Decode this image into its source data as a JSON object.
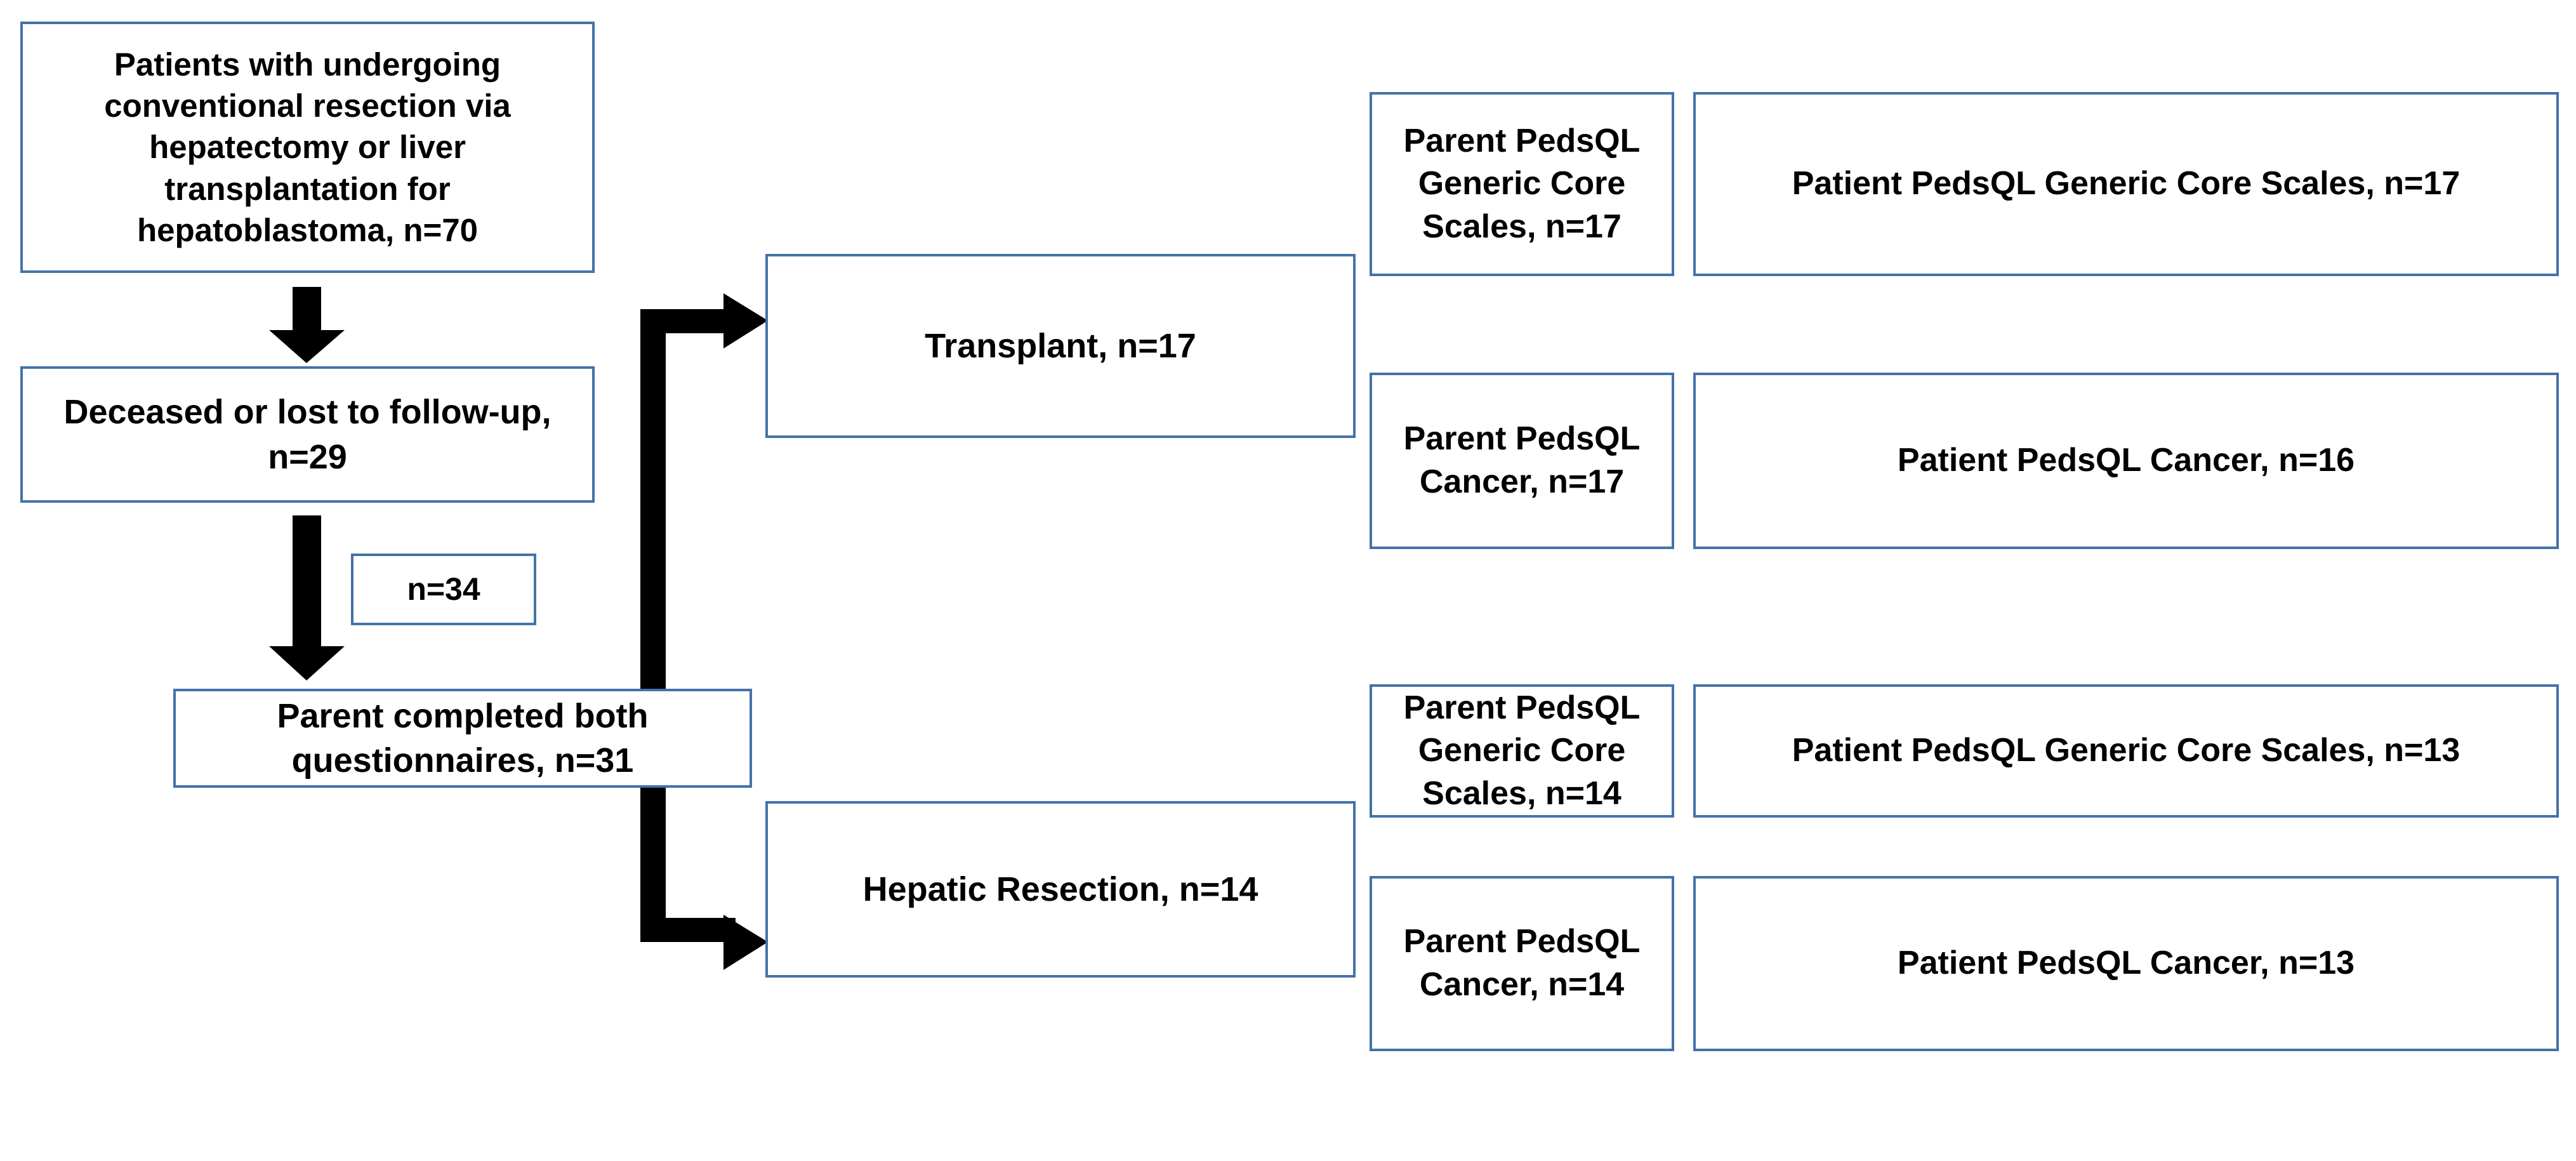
{
  "diagram": {
    "type": "study-flow-diagram",
    "accent_color": "#4472A8",
    "arrow_color": "#000000",
    "background": "#ffffff",
    "nodes": {
      "cohort": "Patients with undergoing conventional resection via hepatectomy or liver transplantation for hepatoblastoma, n=70",
      "excluded": "Deceased or lost to follow-up, n=29",
      "remaining": "n=34",
      "completed": "Parent completed both questionnaires, n=31",
      "transplant": "Transplant, n=17",
      "resection": "Hepatic Resection, n=14",
      "tp_parent_core": "Parent PedsQL Generic Core Scales, n=17",
      "tp_patient_core": "Patient PedsQL Generic Core Scales, n=17",
      "tp_parent_cancer": "Parent PedsQL Cancer, n=17",
      "tp_patient_cancer": "Patient PedsQL Cancer, n=16",
      "hr_parent_core": "Parent PedsQL Generic Core Scales, n=14",
      "hr_patient_core": "Patient PedsQL Generic Core Scales, n=13",
      "hr_parent_cancer": "Parent PedsQL Cancer, n=14",
      "hr_patient_cancer": "Patient PedsQL Cancer, n=13"
    },
    "counts": {
      "cohort_n": 70,
      "excluded_n": 29,
      "remaining_n": 34,
      "completed_n": 31,
      "transplant_n": 17,
      "resection_n": 14,
      "tp_parent_core_n": 17,
      "tp_patient_core_n": 17,
      "tp_parent_cancer_n": 17,
      "tp_patient_cancer_n": 16,
      "hr_parent_core_n": 14,
      "hr_patient_core_n": 13,
      "hr_parent_cancer_n": 14,
      "hr_patient_cancer_n": 13
    },
    "connectors": [
      {
        "name": "cohort-to-excluded",
        "kind": "arrow-down"
      },
      {
        "name": "excluded-to-completed",
        "kind": "arrow-down"
      },
      {
        "name": "completed-to-transplant",
        "kind": "elbow-arrow-up-right"
      },
      {
        "name": "completed-to-resection",
        "kind": "elbow-arrow-down-right"
      }
    ]
  }
}
